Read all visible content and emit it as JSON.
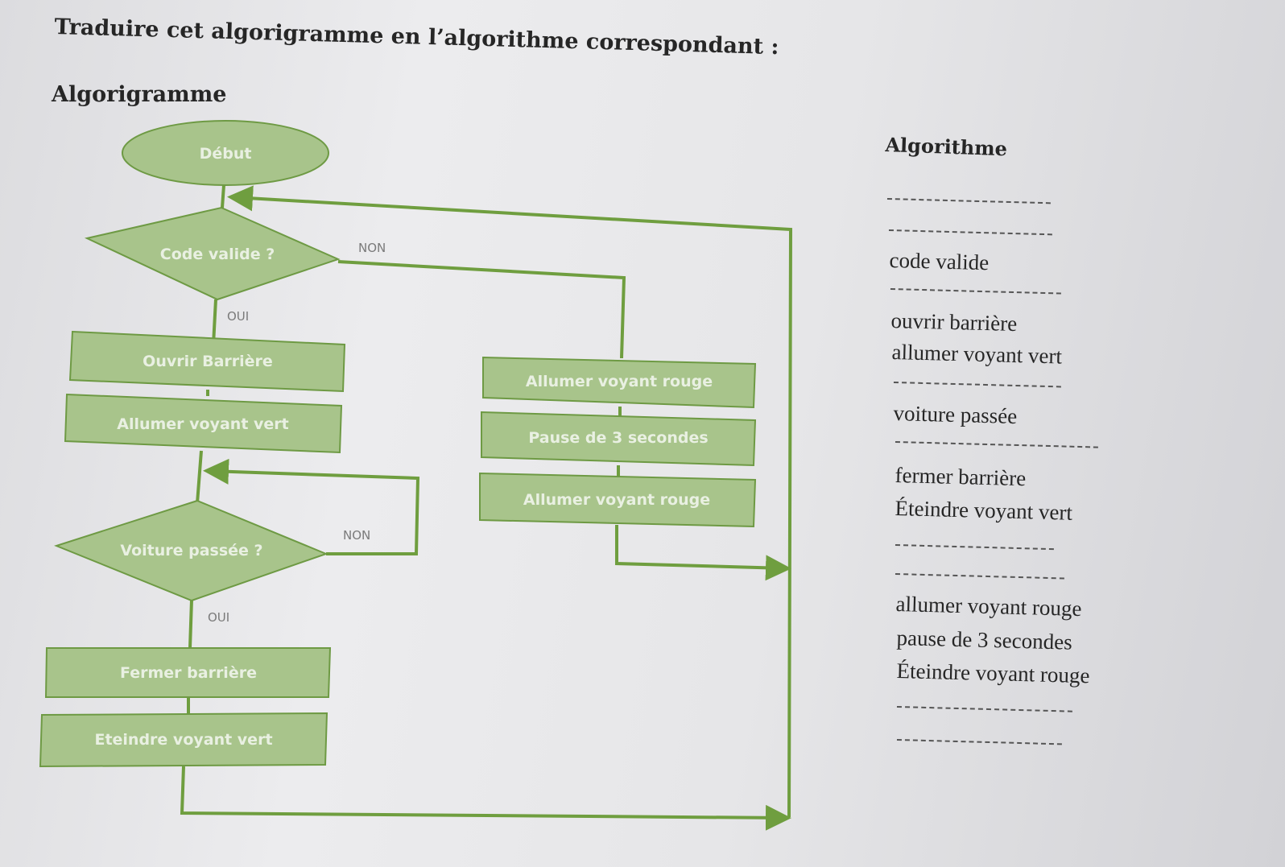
{
  "instruction": "Traduire cet algorigramme en l’algorithme correspondant :",
  "flowchart": {
    "heading": "Algorigramme",
    "start": "Début",
    "decision1": "Code valide ?",
    "decision1_no": "NON",
    "decision1_yes": "OUI",
    "open_barrier": "Ouvrir Barrière",
    "green_on": "Allumer voyant vert",
    "decision2": "Voiture passée ?",
    "decision2_no": "NON",
    "decision2_yes": "OUI",
    "close_barrier": "Fermer barrière",
    "green_off": "Eteindre voyant vert",
    "red_on": "Allumer voyant rouge",
    "pause": "Pause de 3 secondes",
    "red_on_2": "Allumer voyant rouge"
  },
  "algorithm": {
    "heading": "Algorithme",
    "steps": [
      "code valide",
      "ouvrir barrière",
      "allumer voyant vert",
      "voiture passée",
      "fermer barrière",
      "Éteindre  voyant vert",
      "allumer voyant rouge",
      "pause de 3 secondes",
      "Éteindre voyant rouge"
    ]
  }
}
